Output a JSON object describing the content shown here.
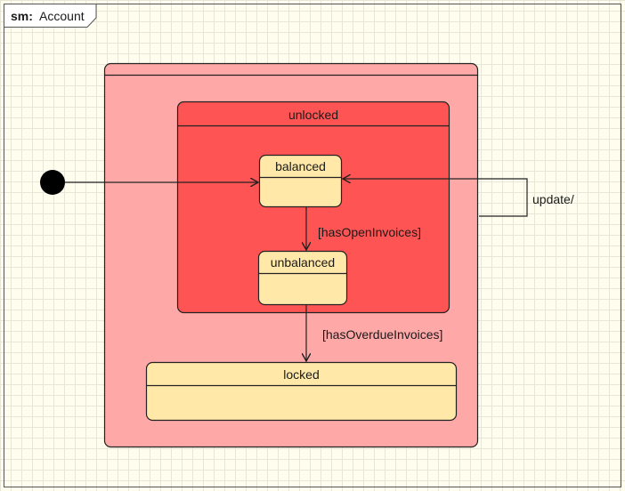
{
  "diagram": {
    "frame": {
      "keyword": "sm:",
      "name": "Account"
    },
    "states": {
      "composite_outer": {
        "name": ""
      },
      "unlocked": {
        "name": "unlocked"
      },
      "balanced": {
        "name": "balanced"
      },
      "unbalanced": {
        "name": "unbalanced"
      },
      "locked": {
        "name": "locked"
      }
    },
    "transitions": {
      "initial_to_balanced": {
        "label": ""
      },
      "balanced_to_unbalanced": {
        "label": "[hasOpenInvoices]"
      },
      "unbalanced_to_locked": {
        "label": "[hasOverdueInvoices]"
      },
      "self_update": {
        "label": "update/"
      }
    },
    "colors": {
      "outer_fill": "#ffa8a8",
      "unlocked_fill": "#ff5454",
      "simple_state_fill": "#ffe8a8",
      "stroke": "#222222",
      "initial_fill": "#000000"
    }
  }
}
